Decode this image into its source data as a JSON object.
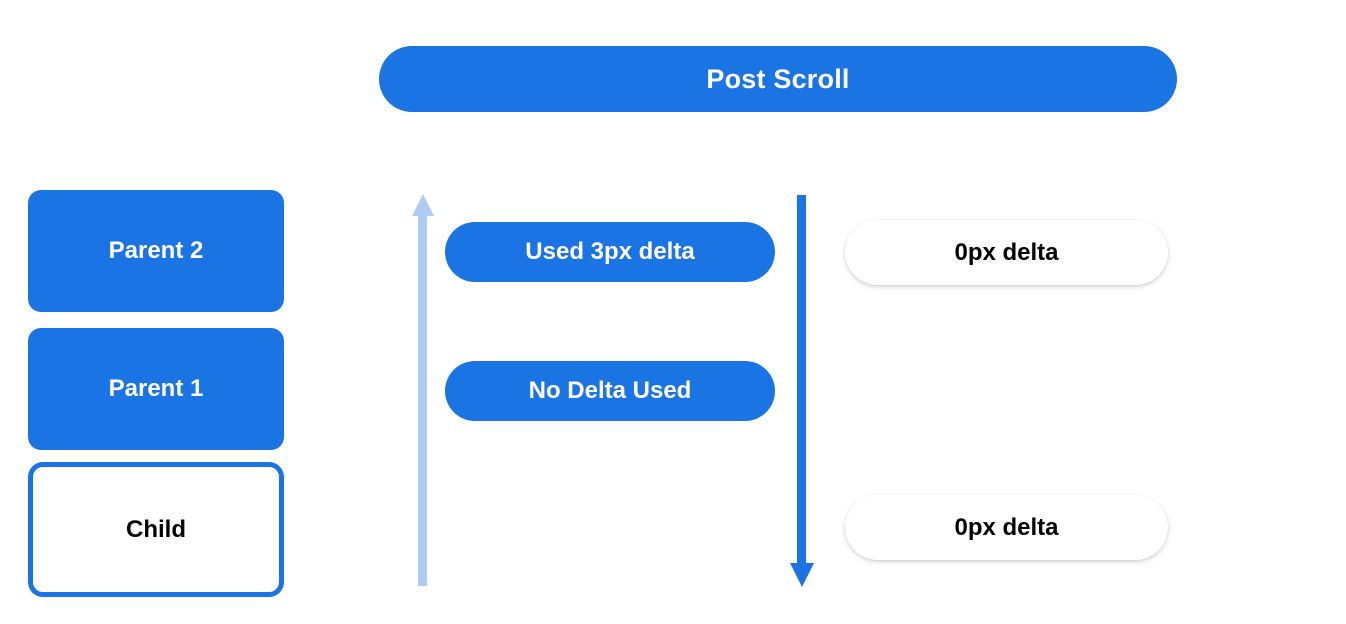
{
  "header": {
    "title": "Post Scroll"
  },
  "colors": {
    "primary_blue": "#1b74e4",
    "light_blue": "#aecbf4",
    "white": "#ffffff",
    "text_dark": "#000000"
  },
  "scroll_chain": {
    "nodes": [
      {
        "label": "Parent 2",
        "style": "filled"
      },
      {
        "label": "Parent 1",
        "style": "filled"
      },
      {
        "label": "Child",
        "style": "outlined"
      }
    ]
  },
  "state_pills": [
    {
      "label": "Used 3px delta"
    },
    {
      "label": "No Delta Used"
    }
  ],
  "delta_pills": [
    {
      "label": "0px delta"
    },
    {
      "label": "0px delta"
    }
  ],
  "arrows": {
    "up": {
      "name": "up-arrow",
      "direction": "up",
      "color": "#aecbf4"
    },
    "down": {
      "name": "down-arrow",
      "direction": "down",
      "color": "#1b74e4"
    }
  }
}
